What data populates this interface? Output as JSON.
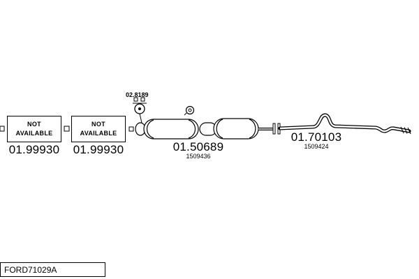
{
  "page": {
    "background_color": "#ffffff",
    "line_color": "#000000",
    "footer_label": "FORD71029A"
  },
  "parts": {
    "front_left": {
      "status": "NOT AVAILABLE",
      "number": "01.99930"
    },
    "front_right": {
      "status": "NOT AVAILABLE",
      "number": "01.99930"
    },
    "clamp": {
      "number": "02.8189"
    },
    "muffler_assembly": {
      "number": "01.50689",
      "ref": "1509436"
    },
    "tailpipe": {
      "number": "01.70103",
      "ref": "1509424"
    }
  }
}
